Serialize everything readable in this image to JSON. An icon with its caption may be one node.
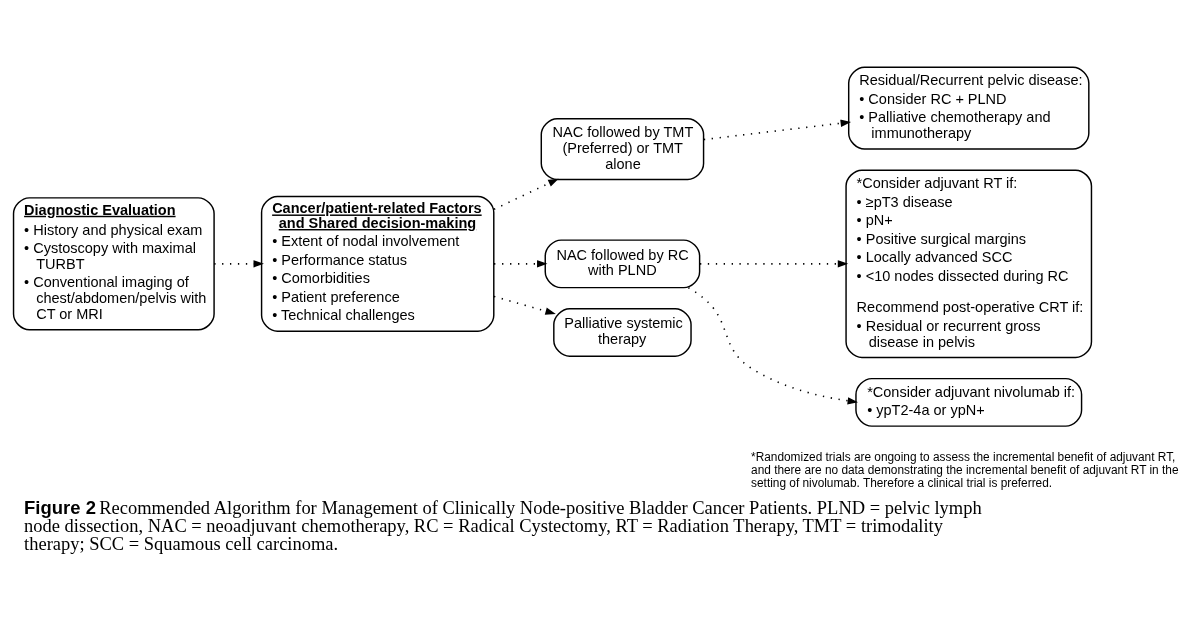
{
  "diagram": {
    "caption": "**Figure 2** Recommended Algorithm for Management of Clinically Node-positive Bladder Cancer Patients. PLND = pelvic lymph node dissection, NAC = neoadjuvant chemotherapy, RC = Radical Cystectomy, RT = Radiation Therapy, TMT = trimodality therapy; SCC = Squamous cell carcinoma.",
    "nodes": [
      {
        "text": [
          "Diagnostic Evaluation",
          "• History and physical exam",
          "• Cystoscopy with maximal TURBT",
          "• Conventional imaging of chest/abdomen/pelvis with CT or MRI"
        ]
      },
      {
        "text": [
          "Cancer/patient-related Factors and Shared decision-making",
          "• Extent of nodal involvement",
          "• Performance status",
          "• Comorbidities",
          "• Patient preference",
          "• Technical challenges"
        ]
      },
      {
        "text": [
          "NAC followed by TMT (Preferred) or TMT alone"
        ]
      },
      {
        "text": [
          "Residual/Recurrent pelvic disease:",
          "• Consider RC + PLND",
          "• Palliative chemotherapy and immunotherapy"
        ]
      },
      {
        "text": [
          "NAC followed by RC with PLND"
        ]
      },
      {
        "text": [
          "*Consider adjuvant RT if:",
          "• ≥pT3 disease",
          "• pN+",
          "• Positive surgical margins",
          "• Locally advanced SCC",
          "• <10 nodes dissected during RC",
          "Recommend post-operative CRT if:",
          "• Residual or recurrent gross disease in pelvis"
        ]
      },
      {
        "text": [
          "*Consider adjuvant nivolumab if:",
          "• ypT2-4a or ypN+"
        ]
      },
      {
        "text": [
          "Palliative systemic therapy"
        ]
      }
    ],
    "edges": [
      {
        "from": 0,
        "to": 1,
        "arrow": "to"
      },
      {
        "from": 1,
        "to": 2,
        "arrow": "to"
      },
      {
        "from": 1,
        "to": 4,
        "arrow": "to"
      },
      {
        "from": 1,
        "to": 7,
        "arrow": "to"
      },
      {
        "from": 2,
        "to": 3,
        "arrow": "to"
      },
      {
        "from": 4,
        "to": 5,
        "arrow": "to"
      },
      {
        "from": 4,
        "to": 6,
        "arrow": "to"
      }
    ],
    "labels": [
      "*Randomized trials are ongoing to assess the incremental benefit of adjuvant RT, and there are no data demonstrating the incremental benefit of adjuvant RT in the setting of nivolumab. Therefore a clinical trial is preferred."
    ]
  }
}
